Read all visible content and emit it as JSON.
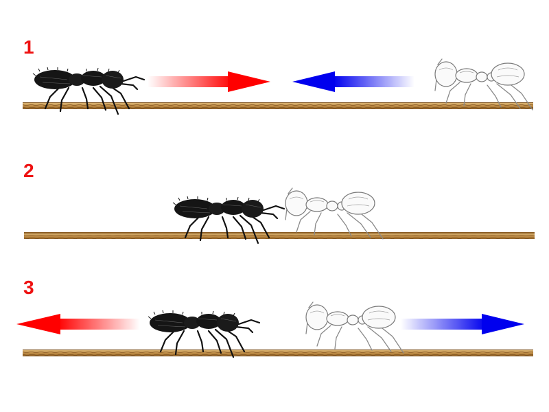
{
  "colors": {
    "number": "#ee1111",
    "arrow_red": "#ff0000",
    "arrow_blue": "#0000ee",
    "plank_light": "#c8a05a",
    "plank_dark": "#7a4e1c",
    "ant_dark": "#151515",
    "ant_light_outline": "#888888"
  },
  "steps": [
    {
      "number": "1",
      "dark_ant_facing": "right",
      "light_ant_facing": "left",
      "red_arrow_direction": "right",
      "blue_arrow_direction": "left",
      "phase": "approach"
    },
    {
      "number": "2",
      "dark_ant_facing": "right",
      "light_ant_facing": "left",
      "red_arrow_direction": "none",
      "blue_arrow_direction": "none",
      "phase": "contact"
    },
    {
      "number": "3",
      "dark_ant_facing": "right",
      "light_ant_facing": "left",
      "red_arrow_direction": "left",
      "blue_arrow_direction": "right",
      "phase": "retreat"
    }
  ]
}
